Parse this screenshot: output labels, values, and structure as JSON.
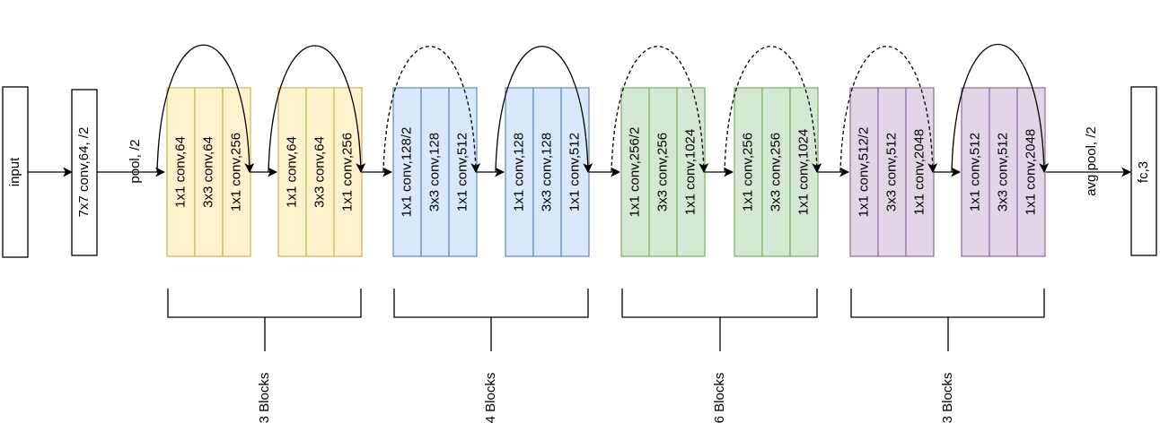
{
  "input_label": "input",
  "conv1_label": "7x7 conv,64, /2",
  "pool_label": "pool, /2",
  "avgpool_label": "avg pool, /2",
  "fc_label": "fc,3",
  "colors": {
    "yellow_fill": "#fff2cc",
    "yellow_stroke": "#d6b656",
    "blue_fill": "#dae8fc",
    "blue_stroke": "#6c8ebf",
    "green_fill": "#d5e8d4",
    "green_stroke": "#82b366",
    "purple_fill": "#e1d5e7",
    "purple_stroke": "#9673a6"
  },
  "blocks": [
    {
      "color": "yellow",
      "skip": "solid",
      "layers": [
        "1x1 conv,64",
        "3x3 conv,64",
        "1x1 conv,256"
      ]
    },
    {
      "color": "yellow",
      "skip": "solid",
      "layers": [
        "1x1 conv,64",
        "3x3 conv,64",
        "1x1 conv,256"
      ]
    },
    {
      "color": "blue",
      "skip": "dashed",
      "layers": [
        "1x1 conv,128/2",
        "3x3 conv,128",
        "1x1 conv,512"
      ]
    },
    {
      "color": "blue",
      "skip": "solid",
      "layers": [
        "1x1 conv,128",
        "3x3 conv,128",
        "1x1 conv,512"
      ]
    },
    {
      "color": "green",
      "skip": "dashed",
      "layers": [
        "1x1 conv,256/2",
        "3x3 conv,256",
        "1x1 conv,1024"
      ]
    },
    {
      "color": "green",
      "skip": "dashed",
      "layers": [
        "1x1 conv,256",
        "3x3 conv,256",
        "1x1 conv,1024"
      ]
    },
    {
      "color": "purple",
      "skip": "dashed",
      "layers": [
        "1x1 conv,512/2",
        "3x3 conv,512",
        "1x1 conv,2048"
      ]
    },
    {
      "color": "purple",
      "skip": "solid",
      "layers": [
        "1x1 conv,512",
        "3x3 conv,512",
        "1x1 conv,2048"
      ]
    }
  ],
  "stages": [
    {
      "label": "3 Blocks"
    },
    {
      "label": "4 Blocks"
    },
    {
      "label": "6 Blocks"
    },
    {
      "label": "3 Blocks"
    }
  ]
}
